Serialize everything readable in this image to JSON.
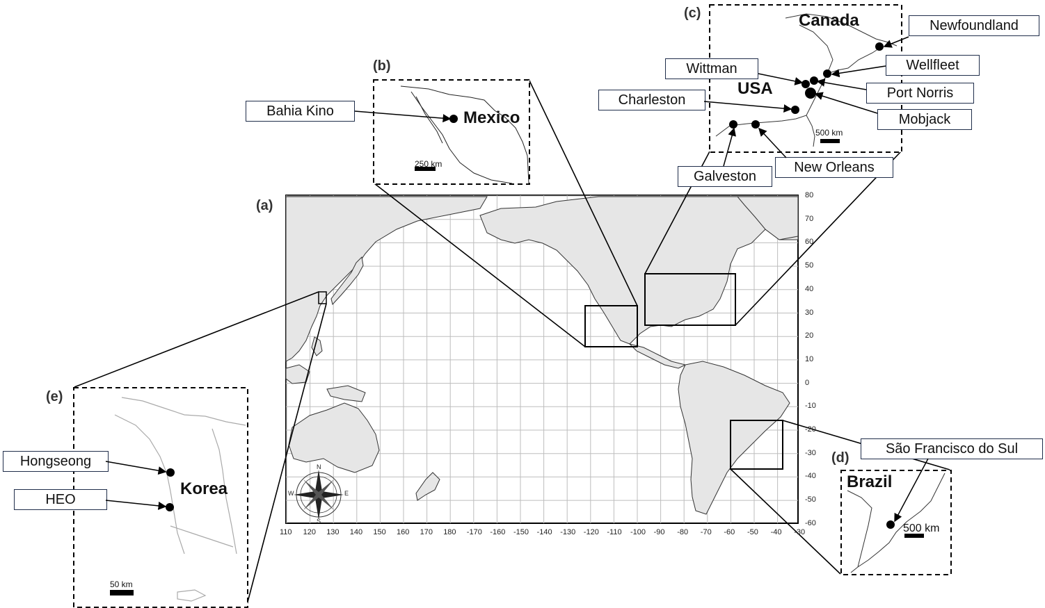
{
  "panels": {
    "a": "(a)",
    "b": "(b)",
    "c": "(c)",
    "d": "(d)",
    "e": "(e)"
  },
  "countries": {
    "canada": "Canada",
    "usa": "USA",
    "mexico": "Mexico",
    "brazil": "Brazil",
    "korea": "Korea"
  },
  "sites": {
    "newfoundland": "Newfoundland",
    "wellfleet": "Wellfleet",
    "wittman": "Wittman",
    "port_norris": "Port Norris",
    "charleston": "Charleston",
    "mobjack": "Mobjack",
    "new_orleans": "New Orleans",
    "galveston": "Galveston",
    "bahia_kino": "Bahia Kino",
    "sao_francisco": "São Francisco do Sul",
    "hongseong": "Hongseong",
    "heo": "HEO"
  },
  "scales": {
    "b": "250 km",
    "c": "500 km",
    "d": "500 km",
    "e": "50 km"
  },
  "main_map": {
    "x_ticks": [
      "110",
      "120",
      "130",
      "140",
      "150",
      "160",
      "170",
      "180",
      "-170",
      "-160",
      "-150",
      "-140",
      "-130",
      "-120",
      "-110",
      "-100",
      "-90",
      "-80",
      "-70",
      "-60",
      "-50",
      "-40",
      "-30"
    ],
    "y_ticks": [
      "80",
      "70",
      "60",
      "50",
      "40",
      "30",
      "20",
      "10",
      "0",
      "-10",
      "-20",
      "-30",
      "-40",
      "-50",
      "-60"
    ],
    "compass": {
      "n": "N",
      "s": "S",
      "e": "E",
      "w": "W"
    }
  },
  "colors": {
    "land": "#e6e6e6",
    "coast": "#333333",
    "grid": "#bdbdbd",
    "label_border": "#1f2d4a"
  }
}
